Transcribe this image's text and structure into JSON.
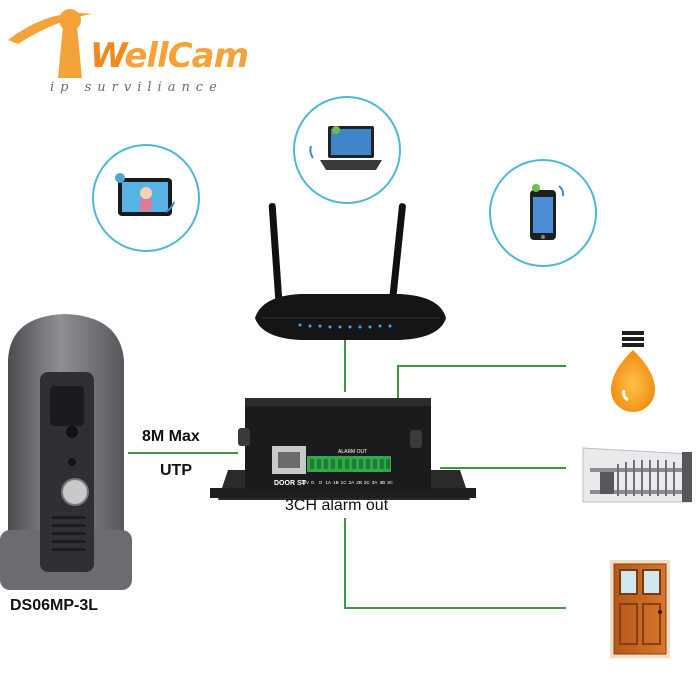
{
  "brand": {
    "name_first": "W",
    "name_rest": "ellCam",
    "tagline": "ip surviliance",
    "colors": {
      "primary": "#f4a33a",
      "dark": "#ee8a1e"
    }
  },
  "labels": {
    "cable_length": "8M Max",
    "cable_type": "UTP",
    "model": "DS06MP-3L",
    "alarm_out": "3CH alarm out",
    "door_st": "DOOR ST",
    "alarm_header": "ALARM OUT",
    "terminals": [
      "12V",
      "G",
      "G",
      "1A",
      "1B",
      "1C",
      "2A",
      "2B",
      "2C",
      "3A",
      "3B",
      "3C"
    ]
  },
  "icons": {
    "tablet": "tablet-icon",
    "laptop": "laptop-icon",
    "phone": "smartphone-icon",
    "router": "router-icon",
    "bulb": "light-bulb-icon",
    "gate": "sliding-gate-icon",
    "door": "door-icon"
  },
  "line_color": "#3c9a3c"
}
